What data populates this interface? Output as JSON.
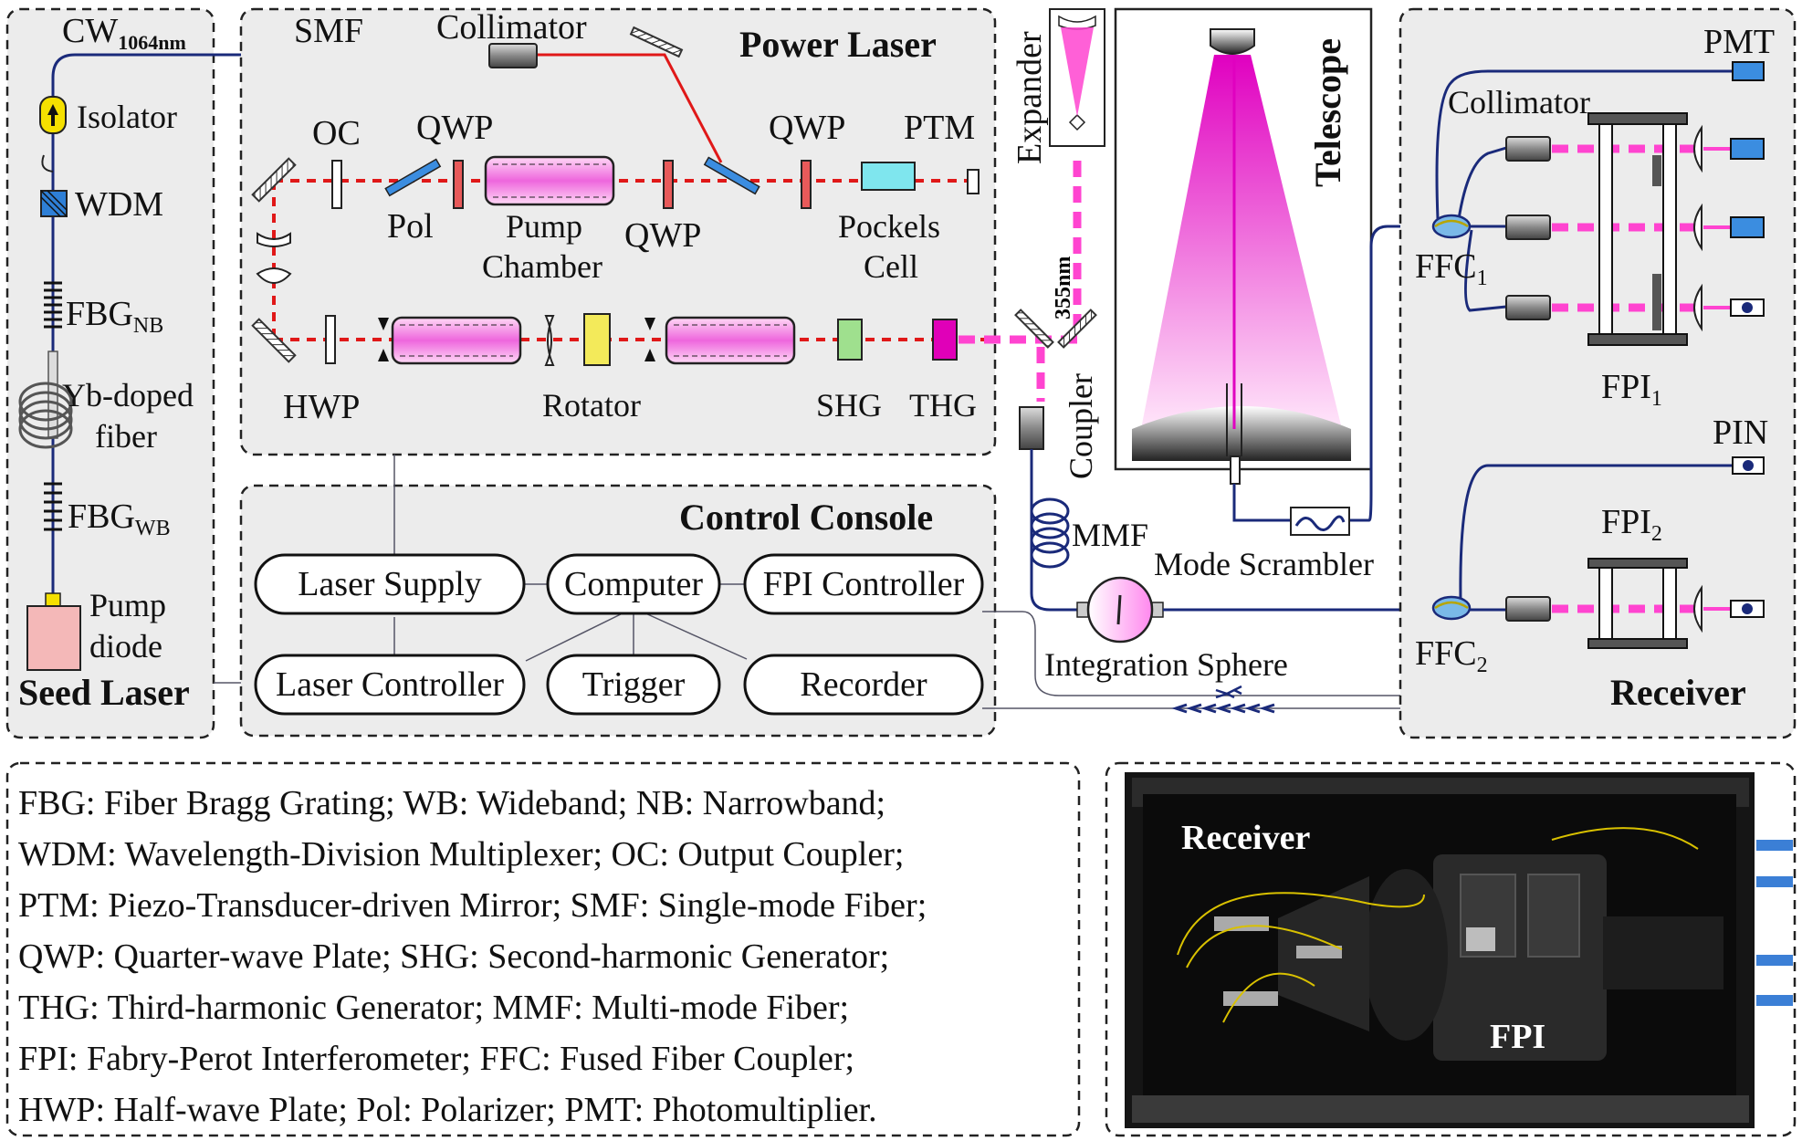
{
  "seed_laser": {
    "title": "Seed Laser",
    "cw_base": "CW",
    "cw_sub": "1064nm",
    "isolator": "Isolator",
    "wdm": "WDM",
    "fbg_nb_base": "FBG",
    "fbg_nb_sub": "NB",
    "yb_line1": "Yb-doped",
    "yb_line2": "fiber",
    "fbg_wb_base": "FBG",
    "fbg_wb_sub": "WB",
    "pump_line1": "Pump",
    "pump_line2": "diode"
  },
  "power_laser": {
    "title": "Power Laser",
    "smf": "SMF",
    "collimator": "Collimator",
    "oc": "OC",
    "qwp1": "QWP",
    "pol": "Pol",
    "pump_line1": "Pump",
    "pump_line2": "Chamber",
    "qwp2": "QWP",
    "qwp3": "QWP",
    "ptm": "PTM",
    "pockels_line1": "Pockels",
    "pockels_line2": "Cell",
    "hwp": "HWP",
    "rotator": "Rotator",
    "shg": "SHG",
    "thg": "THG"
  },
  "telescope": {
    "title": "Telescope",
    "expander": "Expander",
    "wavelength": "355nm",
    "coupler": "Coupler",
    "mmf": "MMF",
    "mode_scrambler": "Mode Scrambler",
    "integration_sphere": "Integration Sphere"
  },
  "control_console": {
    "title": "Control Console",
    "laser_supply": "Laser Supply",
    "computer": "Computer",
    "fpi_controller": "FPI Controller",
    "laser_controller": "Laser Controller",
    "trigger": "Trigger",
    "recorder": "Recorder"
  },
  "receiver": {
    "title": "Receiver",
    "pmt": "PMT",
    "collimator": "Collimator",
    "ffc1_base": "FFC",
    "ffc1_sub": "1",
    "fpi1_base": "FPI",
    "fpi1_sub": "1",
    "pin": "PIN",
    "fpi2_base": "FPI",
    "fpi2_sub": "2",
    "ffc2_base": "FFC",
    "ffc2_sub": "2"
  },
  "legend": {
    "lines": [
      "FBG: Fiber Bragg Grating; WB: Wideband; NB: Narrowband;",
      "WDM: Wavelength-Division Multiplexer;  OC: Output Coupler;",
      "PTM: Piezo-Transducer-driven Mirror; SMF: Single-mode Fiber;",
      "QWP: Quarter-wave Plate; SHG: Second-harmonic Generator;",
      "THG: Third-harmonic Generator; MMF: Multi-mode Fiber;",
      "FPI: Fabry-Perot Interferometer; FFC: Fused Fiber Coupler;",
      "HWP: Half-wave Plate; Pol: Polarizer; PMT: Photomultiplier."
    ]
  },
  "photo": {
    "receiver_label": "Receiver",
    "fpi_label": "FPI"
  },
  "colors": {
    "fiber": "#1a2a7a",
    "beam_1064": "#e01818",
    "beam_355": "#ff44d0",
    "box_fill": "#ececec"
  }
}
